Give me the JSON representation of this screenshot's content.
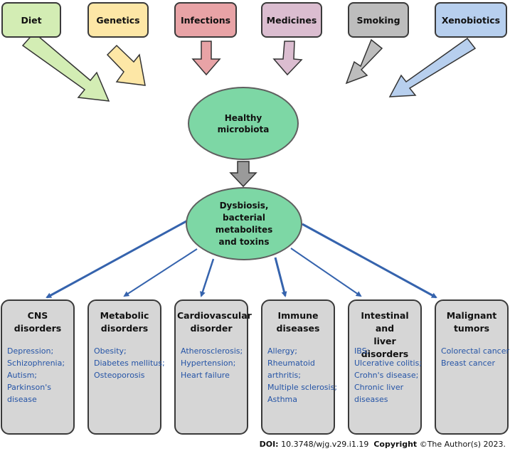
{
  "factors": [
    {
      "label": "Diet",
      "color": "#d3edb4"
    },
    {
      "label": "Genetics",
      "color": "#fde7a6"
    },
    {
      "label": "Infections",
      "color": "#e8a3a6"
    },
    {
      "label": "Medicines",
      "color": "#dbbdd0"
    },
    {
      "label": "Smoking",
      "color": "#bdbdbd"
    },
    {
      "label": "Xenobiotics",
      "color": "#b7cfee"
    }
  ],
  "healthy": {
    "line1": "Healthy",
    "line2": "microbiota"
  },
  "dysbiosis": {
    "line1": "Dysbiosis,",
    "line2": "bacterial",
    "line3": "metabolites",
    "line4": "and toxins"
  },
  "diseases": [
    {
      "title": [
        "CNS",
        "disorders"
      ],
      "items": [
        "Depression;",
        "Schizophrenia;",
        "Autism;",
        "Parkinson's",
        "disease"
      ]
    },
    {
      "title": [
        "Metabolic",
        "disorders"
      ],
      "items": [
        "Obesity;",
        "Diabetes mellitus;",
        "Osteoporosis"
      ]
    },
    {
      "title": [
        "Cardiovascular",
        "disorder"
      ],
      "items": [
        "Atherosclerosis;",
        "Hypertension;",
        "Heart failure"
      ]
    },
    {
      "title": [
        "Immune",
        "diseases"
      ],
      "items": [
        "Allergy;",
        "Rheumatoid",
        "arthritis;",
        "Multiple sclerosis;",
        "Asthma"
      ]
    },
    {
      "title": [
        "Intestinal and",
        "liver disorders"
      ],
      "items": [
        "IBS;",
        "Ulcerative colitis;",
        "Crohn's disease;",
        "Chronic liver",
        "diseases"
      ]
    },
    {
      "title": [
        "Malignant",
        "tumors"
      ],
      "items": [
        "Colorectal cancer;",
        "Breast cancer"
      ]
    }
  ],
  "footer": {
    "doi_label": "DOI:",
    "doi_value": "10.3748/wjg.v29.i1.19",
    "copyright_label": "Copyright",
    "copyright_value": "©The Author(s) 2023."
  },
  "colors": {
    "arrow_blue": "#3563ad",
    "text_blue": "#2554a6"
  }
}
